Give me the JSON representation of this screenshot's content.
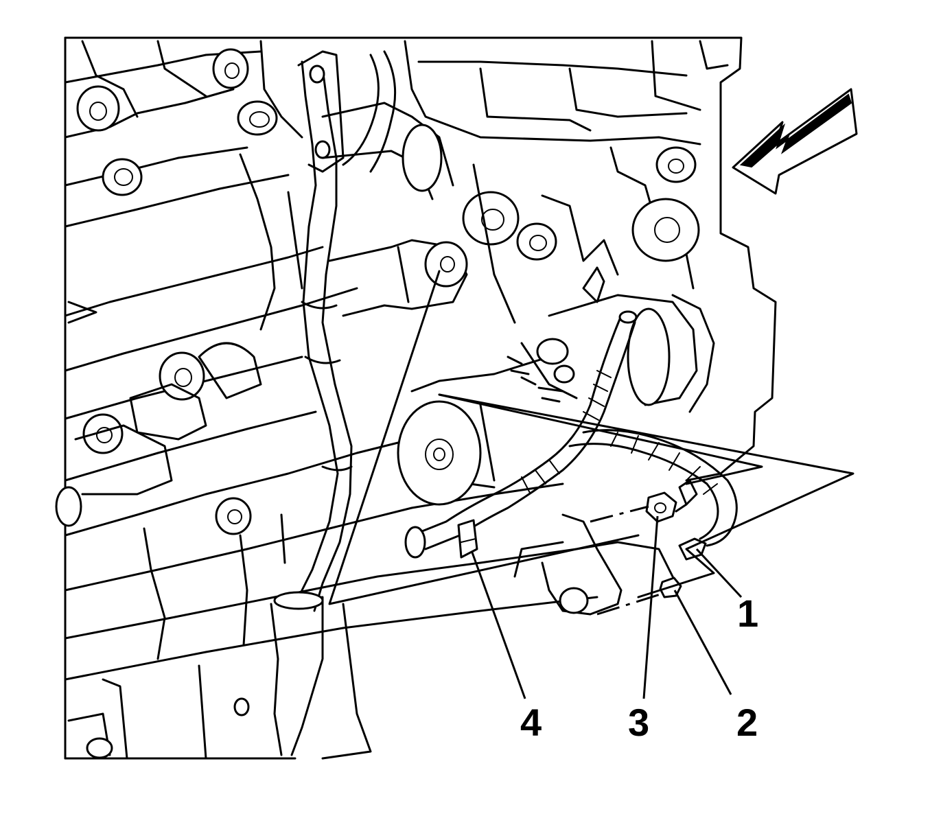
{
  "callouts": [
    {
      "label": "1"
    },
    {
      "label": "2"
    },
    {
      "label": "3"
    },
    {
      "label": "4"
    }
  ],
  "icons": {
    "view_arrow": "view-direction-arrow",
    "part_1": "harness-terminal",
    "part_2": "nut",
    "part_3": "hex-nut-washer",
    "part_4": "harness-clip"
  },
  "colors": {
    "line": "#000000",
    "background": "#ffffff"
  }
}
